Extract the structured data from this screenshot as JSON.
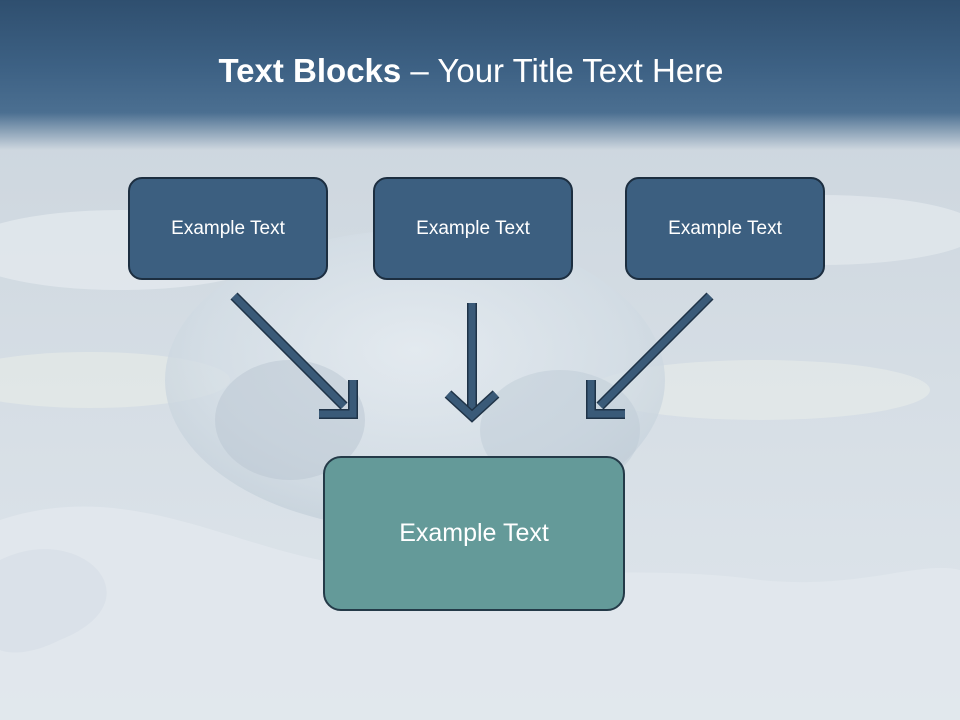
{
  "slide": {
    "title_bold": "Text Blocks",
    "title_separator": " – ",
    "title_rest": "Your Title Text Here"
  },
  "blocks": {
    "top": [
      {
        "label": "Example Text"
      },
      {
        "label": "Example Text"
      },
      {
        "label": "Example Text"
      }
    ],
    "target": {
      "label": "Example Text"
    }
  },
  "colors": {
    "header": "#3d6184",
    "top_block_fill": "#3c5f80",
    "target_block_fill": "#649a99",
    "arrow": "#3a5a78",
    "block_border": "#1c2e40",
    "text": "#ffffff"
  }
}
